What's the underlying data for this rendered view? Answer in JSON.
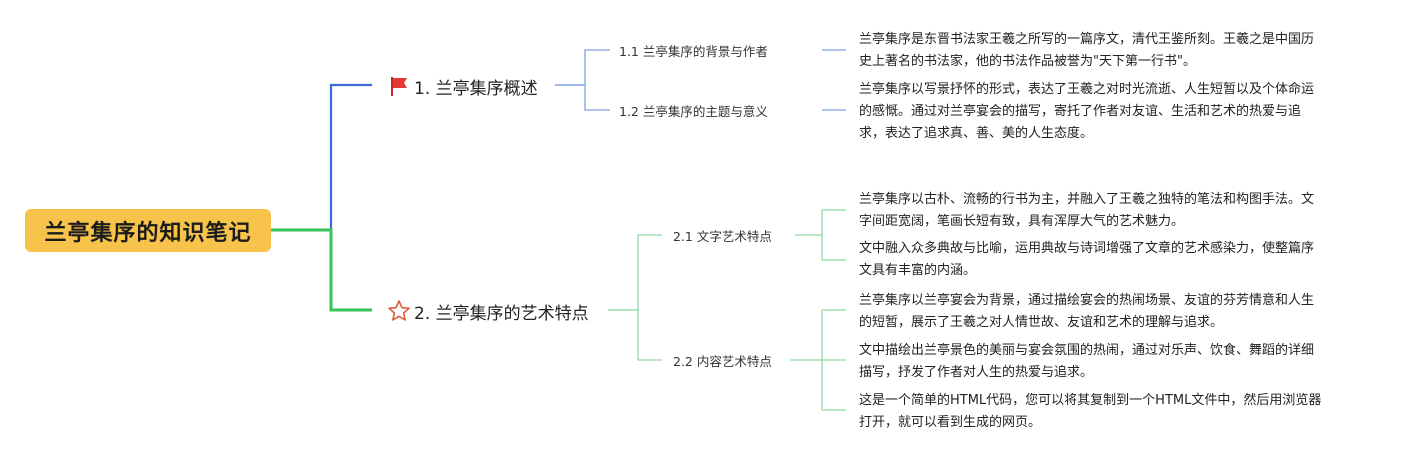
{
  "root": {
    "title": "兰亭集序的知识笔记"
  },
  "branches": [
    {
      "label": "1. 兰亭集序概述",
      "icon": "red-flag-icon",
      "color": "#3f6bd8",
      "children": [
        {
          "label": "1.1 兰亭集序的背景与作者",
          "notes": [
            "兰亭集序是东晋书法家王羲之所写的一篇序文，清代王鉴所刻。王羲之是中国历\n史上著名的书法家，他的书法作品被誉为\"天下第一行书\"。"
          ]
        },
        {
          "label": "1.2 兰亭集序的主题与意义",
          "notes": [
            "兰亭集序以写景抒怀的形式，表达了王羲之对时光流逝、人生短暂以及个体命运\n的感慨。通过对兰亭宴会的描写，寄托了作者对友谊、生活和艺术的热爱与追\n求，表达了追求真、善、美的人生态度。"
          ]
        }
      ]
    },
    {
      "label": "2. 兰亭集序的艺术特点",
      "icon": "star-outline-icon",
      "color": "#37c25a",
      "children": [
        {
          "label": "2.1 文字艺术特点",
          "notes": [
            "兰亭集序以古朴、流畅的行书为主，并融入了王羲之独特的笔法和构图手法。文\n字间距宽阔，笔画长短有致，具有浑厚大气的艺术魅力。",
            "文中融入众多典故与比喻，运用典故与诗词增强了文章的艺术感染力，使整篇序\n文具有丰富的内涵。"
          ]
        },
        {
          "label": "2.2 内容艺术特点",
          "notes": [
            "兰亭集序以兰亭宴会为背景，通过描绘宴会的热闹场景、友谊的芬芳情意和人生\n的短暂，展示了王羲之对人情世故、友谊和艺术的理解与追求。",
            "文中描绘出兰亭景色的美丽与宴会氛围的热闹，通过对乐声、饮食、舞蹈的详细\n描写，抒发了作者对人生的热爱与追求。",
            "这是一个简单的HTML代码，您可以将其复制到一个HTML文件中，然后用浏览器\n打开，就可以看到生成的网页。"
          ]
        }
      ]
    }
  ]
}
